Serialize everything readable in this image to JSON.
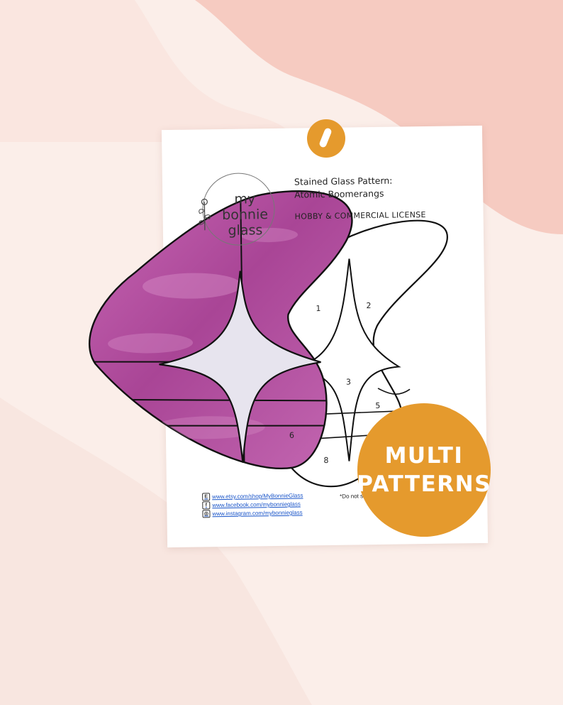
{
  "header": {
    "title_line1": "Stained Glass Pattern:",
    "title_line2": "Atomic Boomerangs",
    "license": "HOBBY & COMMERCIAL LICENSE"
  },
  "logo": {
    "line1": "my bonnie",
    "line2": "glass",
    "icon": "flower-sprig-icon"
  },
  "pattern": {
    "piece_labels": [
      "1",
      "2",
      "3",
      "5",
      "6",
      "8"
    ]
  },
  "footer": {
    "links": [
      {
        "icon": "etsy-icon",
        "text": "www.etsy.com/shop/MyBonnieGlass"
      },
      {
        "icon": "facebook-icon",
        "text": "www.facebook.com/mybonnieglass"
      },
      {
        "icon": "instagram-icon",
        "text": "www.instagram.com/mybonnieglass"
      }
    ],
    "note": "*Do not se"
  },
  "badge": {
    "line1": "MULTI",
    "line2": "PATTERNS"
  },
  "colors": {
    "background": "#fbeee9",
    "blob": "#f6cbc1",
    "accent": "#e59a2d",
    "glass_purple": "#b44fa0",
    "link": "#1a55c9"
  }
}
